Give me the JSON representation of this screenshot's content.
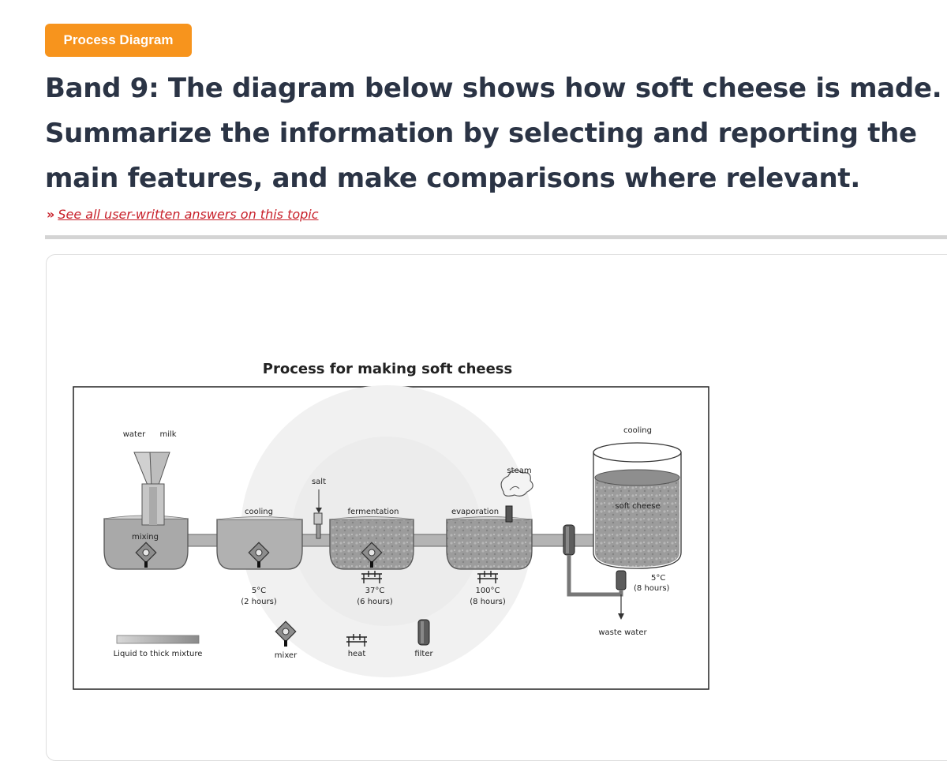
{
  "badge": "Process Diagram",
  "title": "Band 9: The diagram below shows how soft cheese is made. Summarize the information by selecting and reporting the main features, and make comparisons where relevant.",
  "see_all": {
    "chevron": "»",
    "link": "See all user-written answers on this topic"
  },
  "diagram": {
    "heading": "Process for making soft cheess",
    "labels": {
      "water": "water",
      "milk": "milk",
      "mixing": "mixing",
      "cooling_1": "cooling",
      "salt": "salt",
      "fermentation": "fermentation",
      "evaporation": "evaporation",
      "steam": "steam",
      "cooling_2": "cooling",
      "soft_cheese": "soft cheese",
      "waste_water": "waste water"
    },
    "stage_conditions": {
      "cooling_temp": "5°C",
      "cooling_time": "(2 hours)",
      "fermentation_temp": "37°C",
      "fermentation_time": "(6 hours)",
      "evaporation_temp": "100°C",
      "evaporation_time": "(8 hours)",
      "final_temp": "5°C",
      "final_time": "(8 hours)"
    },
    "legend": {
      "mixture": "Liquid to thick mixture",
      "mixer": "mixer",
      "heat": "heat",
      "filter": "filter"
    },
    "icons": [
      "mixer-icon",
      "heat-icon",
      "filter-icon"
    ]
  },
  "colors": {
    "badge": "#f7941d",
    "title": "#2b3445",
    "link": "#c8202a",
    "rule": "#d4d4d4"
  }
}
